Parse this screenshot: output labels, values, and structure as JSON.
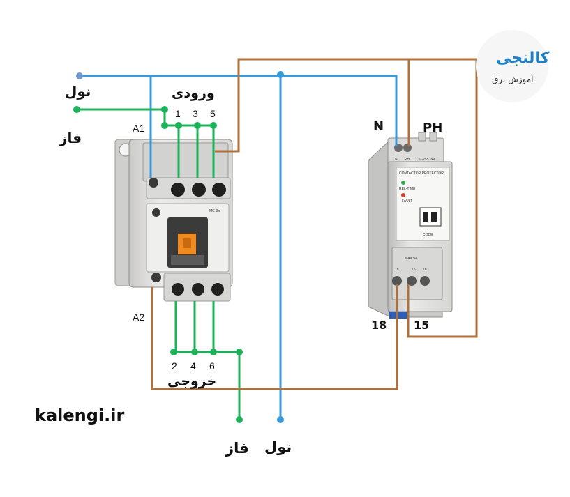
{
  "labels": {
    "neutral_top": "نول",
    "phase_top": "فاز",
    "input": "ورودی",
    "input_terminals": [
      "1",
      "3",
      "5"
    ],
    "output": "خروجی",
    "output_terminals": [
      "2",
      "4",
      "6"
    ],
    "coil_a1": "A1",
    "coil_a2": "A2",
    "protector_n": "N",
    "protector_ph": "PH",
    "relay_18": "18",
    "relay_15": "15",
    "neutral_bottom": "نول",
    "phase_bottom": "فاز",
    "website": "kalengi.ir"
  },
  "logo": {
    "name": "کالنجی",
    "tagline": "آموزش برق"
  },
  "protector_panel": {
    "terminals_top": [
      "N",
      "PH"
    ],
    "voltage": "170-255 VAC",
    "title": "CONTACTOR PROTECTOR",
    "rel_time": "REL-TIME",
    "fault": "FAULT",
    "max": "MAX 5A",
    "relay_terminals": [
      "18",
      "15",
      "16"
    ],
    "code": "CODE"
  },
  "contactor_panel": {
    "model": "MC-9b"
  },
  "colors": {
    "neutral_wire": "#3a9ad9",
    "phase_wire": "#1db15a",
    "control_wire": "#b0703a",
    "device_body": "#e6e6e4",
    "logo_primary": "#1c7fc9"
  }
}
